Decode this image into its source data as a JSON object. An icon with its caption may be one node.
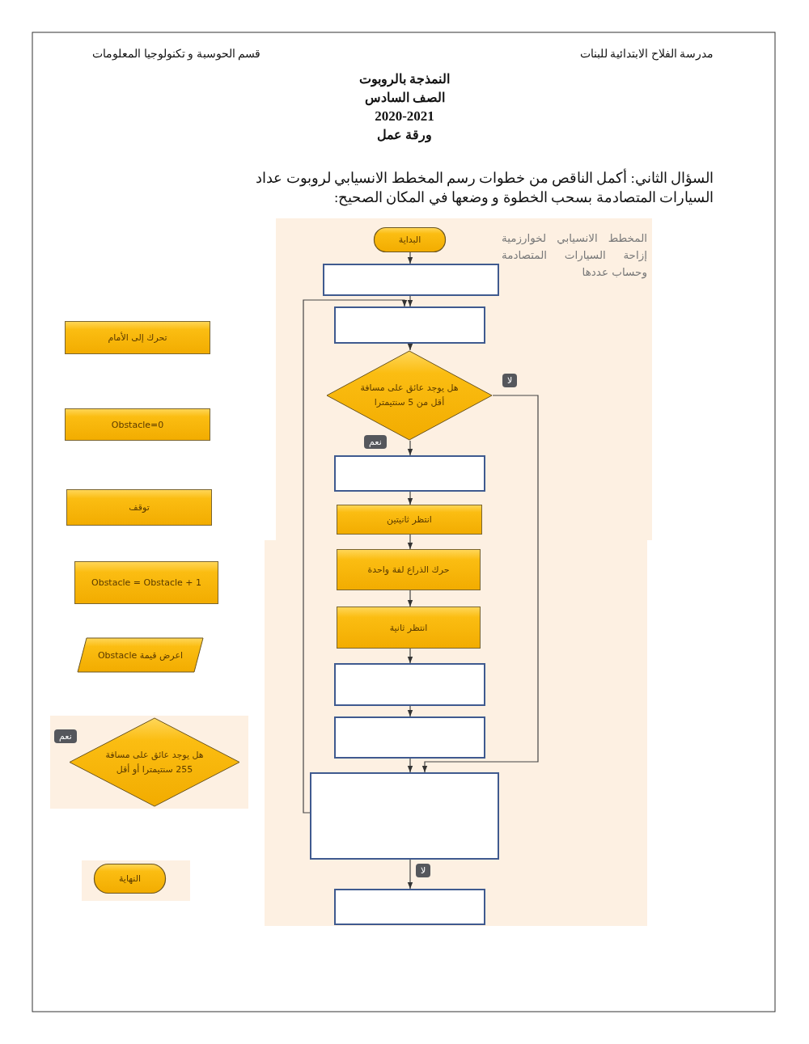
{
  "diagram": {
    "title": "النمذجة بالروبوت",
    "nodes": [
      {
        "text": [
          "البداية"
        ]
      },
      {
        "text": [],
        "shape": "box"
      },
      {
        "text": [],
        "shape": "box"
      },
      {
        "text": [
          "هل يوجد عائق على مسافة أقل من 5 سنتيمترا"
        ]
      },
      {
        "text": [],
        "shape": "box"
      },
      {
        "text": [
          "انتظر ثانيتين"
        ]
      },
      {
        "text": [
          "حرك الذراع لفة واحدة"
        ]
      },
      {
        "text": [
          "انتظر ثانية"
        ]
      },
      {
        "text": [],
        "shape": "box"
      },
      {
        "text": [],
        "shape": "box"
      },
      {
        "text": [],
        "shape": "box"
      },
      {
        "text": [],
        "shape": "box"
      },
      {
        "text": [
          "تحرك إلى الأمام"
        ]
      },
      {
        "text": [
          "Obstacle=0"
        ]
      },
      {
        "text": [
          "توقف"
        ]
      },
      {
        "text": [
          "Obstacle = Obstacle + 1"
        ]
      },
      {
        "text": [
          "اعرض قيمة Obstacle"
        ]
      },
      {
        "text": [
          "هل يوجد عائق على مسافة 255 سنتيمترا أو أقل"
        ],
        "beside": [
          "نعم"
        ]
      },
      {
        "text": [
          "النهاية"
        ]
      }
    ],
    "edges": [
      {
        "from": 0,
        "to": 1,
        "arrow": "to"
      },
      {
        "from": 1,
        "to": 2,
        "arrow": "to"
      },
      {
        "from": 2,
        "to": 3,
        "arrow": "to"
      },
      {
        "from": 3,
        "to": 4,
        "arrow": "to",
        "label": "نعم"
      },
      {
        "from": 3,
        "to": 10,
        "arrow": "to",
        "label": "لا"
      },
      {
        "from": 4,
        "to": 5,
        "arrow": "to"
      },
      {
        "from": 5,
        "to": 6,
        "arrow": "to"
      },
      {
        "from": 6,
        "to": 7,
        "arrow": "to"
      },
      {
        "from": 7,
        "to": 8,
        "arrow": "to"
      },
      {
        "from": 8,
        "to": 9,
        "arrow": "to"
      },
      {
        "from": 9,
        "to": 10,
        "arrow": "to"
      },
      {
        "from": 10,
        "to": 2,
        "arrow": "to"
      },
      {
        "from": 10,
        "to": 11,
        "arrow": "to",
        "label": "لا"
      }
    ],
    "labels": [
      "مدرسة الفلاح الابتدائية للبنات",
      "قسم الحوسبة و تكنولوجيا المعلومات",
      "الصف السادس",
      "2020-2021",
      "ورقة عمل",
      "السؤال الثاني: أكمل الناقص من خطوات رسم المخطط الانسيابي لروبوت عداد السيارات المتصادمة بسحب الخطوة و وضعها في المكان الصحيح:",
      "المخطط الانسيابي لخوارزمية إزاحة السيارات المتصادمة وحساب عددها"
    ]
  }
}
